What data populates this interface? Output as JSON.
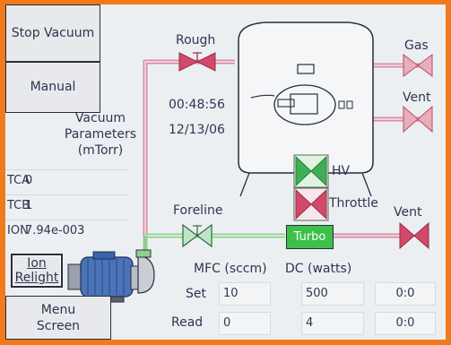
{
  "buttons": {
    "stop_vacuum": "Stop Vacuum",
    "manual": "Manual",
    "ion_relight_line1": "Ion",
    "ion_relight_line2": "Relight",
    "menu_line1": "Menu",
    "menu_line2": "Screen"
  },
  "vacuum_parameters": {
    "title_line1": "Vacuum",
    "title_line2": "Parameters",
    "title_line3": "(mTorr)",
    "rows": [
      {
        "name": "TCA",
        "value": "0"
      },
      {
        "name": "TCB",
        "value": "1"
      },
      {
        "name": "ION",
        "value": "7.94e-003"
      }
    ]
  },
  "status": {
    "time": "00:48:56",
    "date": "12/13/06"
  },
  "valves": {
    "rough": "Rough",
    "gas": "Gas",
    "vent_top": "Vent",
    "hv": "HV",
    "throttle": "Throttle",
    "foreline": "Foreline",
    "vent_bottom": "Vent",
    "turbo": "Turbo"
  },
  "flow": {
    "mfc_header": "MFC (sccm)",
    "dc_header": "DC (watts)",
    "set_label": "Set",
    "read_label": "Read",
    "set_mfc": "10",
    "set_dc": "500",
    "set_time": "0:0",
    "read_mfc": "0",
    "read_dc": "4",
    "read_time": "0:0"
  },
  "colors": {
    "background": "#eceff2",
    "frame": "#f07a1c",
    "valve_closed": "#d24a6a",
    "valve_open": "#3fae54",
    "turbo_fill": "#3cc04a",
    "pipe_pink": "#d98ca3",
    "pipe_green": "#8fd08f"
  }
}
